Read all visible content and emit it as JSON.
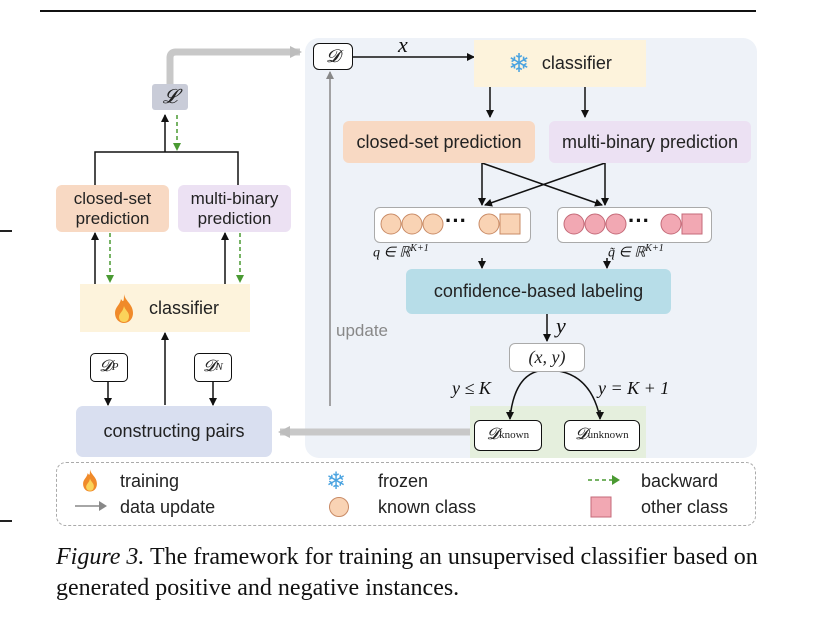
{
  "diagram": {
    "left": {
      "loss_symbol": "𝓛",
      "closed_set_prediction": "closed-set prediction",
      "multi_binary_prediction": "multi-binary prediction",
      "classifier": "classifier",
      "dp_symbol": "𝓓",
      "dp_sub": "P",
      "dn_symbol": "𝓓",
      "dn_sub": "N",
      "constructing_pairs": "constructing pairs"
    },
    "right": {
      "dataset_symbol": "𝓓",
      "x_label": "x",
      "classifier": "classifier",
      "closed_set_prediction": "closed-set prediction",
      "multi_binary_prediction": "multi-binary prediction",
      "ellipsis": "···",
      "q_label": "q ∈ ℝ",
      "q_sup": "K+1",
      "qtilde_label": "q̃ ∈ ℝ",
      "qtilde_sup": "K+1",
      "confidence_labeling": "confidence-based labeling",
      "y_label": "y",
      "pair_label": "(x, y)",
      "cond_known": "y ≤ K",
      "cond_unknown": "y = K + 1",
      "d_known_symbol": "𝓓",
      "d_known_sub": "known",
      "d_unknown_symbol": "𝓓",
      "d_unknown_sub": "unknown",
      "update_label": "update"
    }
  },
  "legend": {
    "training": "training",
    "frozen": "frozen",
    "backward": "backward",
    "data_update": "data update",
    "known_class": "known class",
    "other_class": "other class"
  },
  "caption": {
    "figure_label": "Figure 3.",
    "text": "The framework for training an unsupervised classifier based on generated positive and negative instances."
  },
  "colors": {
    "blue_panel": "#eef2f8",
    "orange_box": "#f8d9c3",
    "purple_box": "#ece1f3",
    "classifier_box": "#fdf3dc",
    "confidence_box": "#b7dde8",
    "pairs_box": "#d9dff0",
    "green_panel": "#e5efdd",
    "loss_box": "#c9ccd8",
    "known_circle": "#f9d3b4",
    "other_circle": "#f2a8b3",
    "backward_green": "#4a9a32",
    "gray_arrow": "#bdbdbd"
  }
}
